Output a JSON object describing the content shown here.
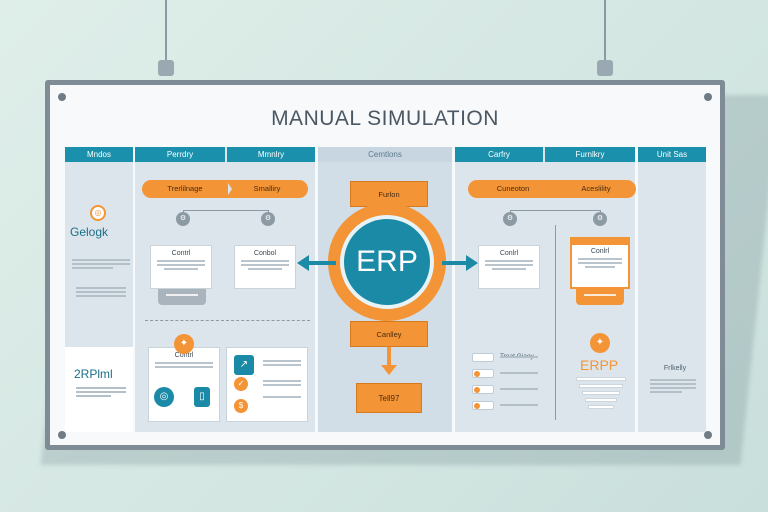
{
  "board": {
    "title": "MANUAL SIMULATION"
  },
  "columns": {
    "left_headers": [
      "Mndos",
      "Perrdry",
      "Mmnlry"
    ],
    "center_header": "Cemtlons",
    "right_headers": [
      "Carfry",
      "Furnlkry",
      "Unit Sas"
    ]
  },
  "left_panel": {
    "pill_1": "Trerlilnage",
    "pill_2": "Smalliry",
    "card_1": "Contrl",
    "card_2": "Conbol",
    "card_3": "Contrl",
    "brand_top": "Gelogk",
    "brand_bottom": "2RPlml"
  },
  "center_panel": {
    "top_box": "Furlon",
    "hub": "ERP",
    "bottom_box": "Canlley",
    "result_box": "Tell97"
  },
  "right_panel": {
    "pill_1": "Cuneoton",
    "pill_2": "Aceslility",
    "card_1": "Conlrl",
    "card_2": "Conlrl",
    "list_title": "Treat Giaoy",
    "erp_label": "ERPP",
    "side_note": "Frlkelly"
  },
  "colors": {
    "accent_teal": "#1a90ad",
    "accent_orange": "#f39436",
    "frame": "#7f8b95"
  }
}
